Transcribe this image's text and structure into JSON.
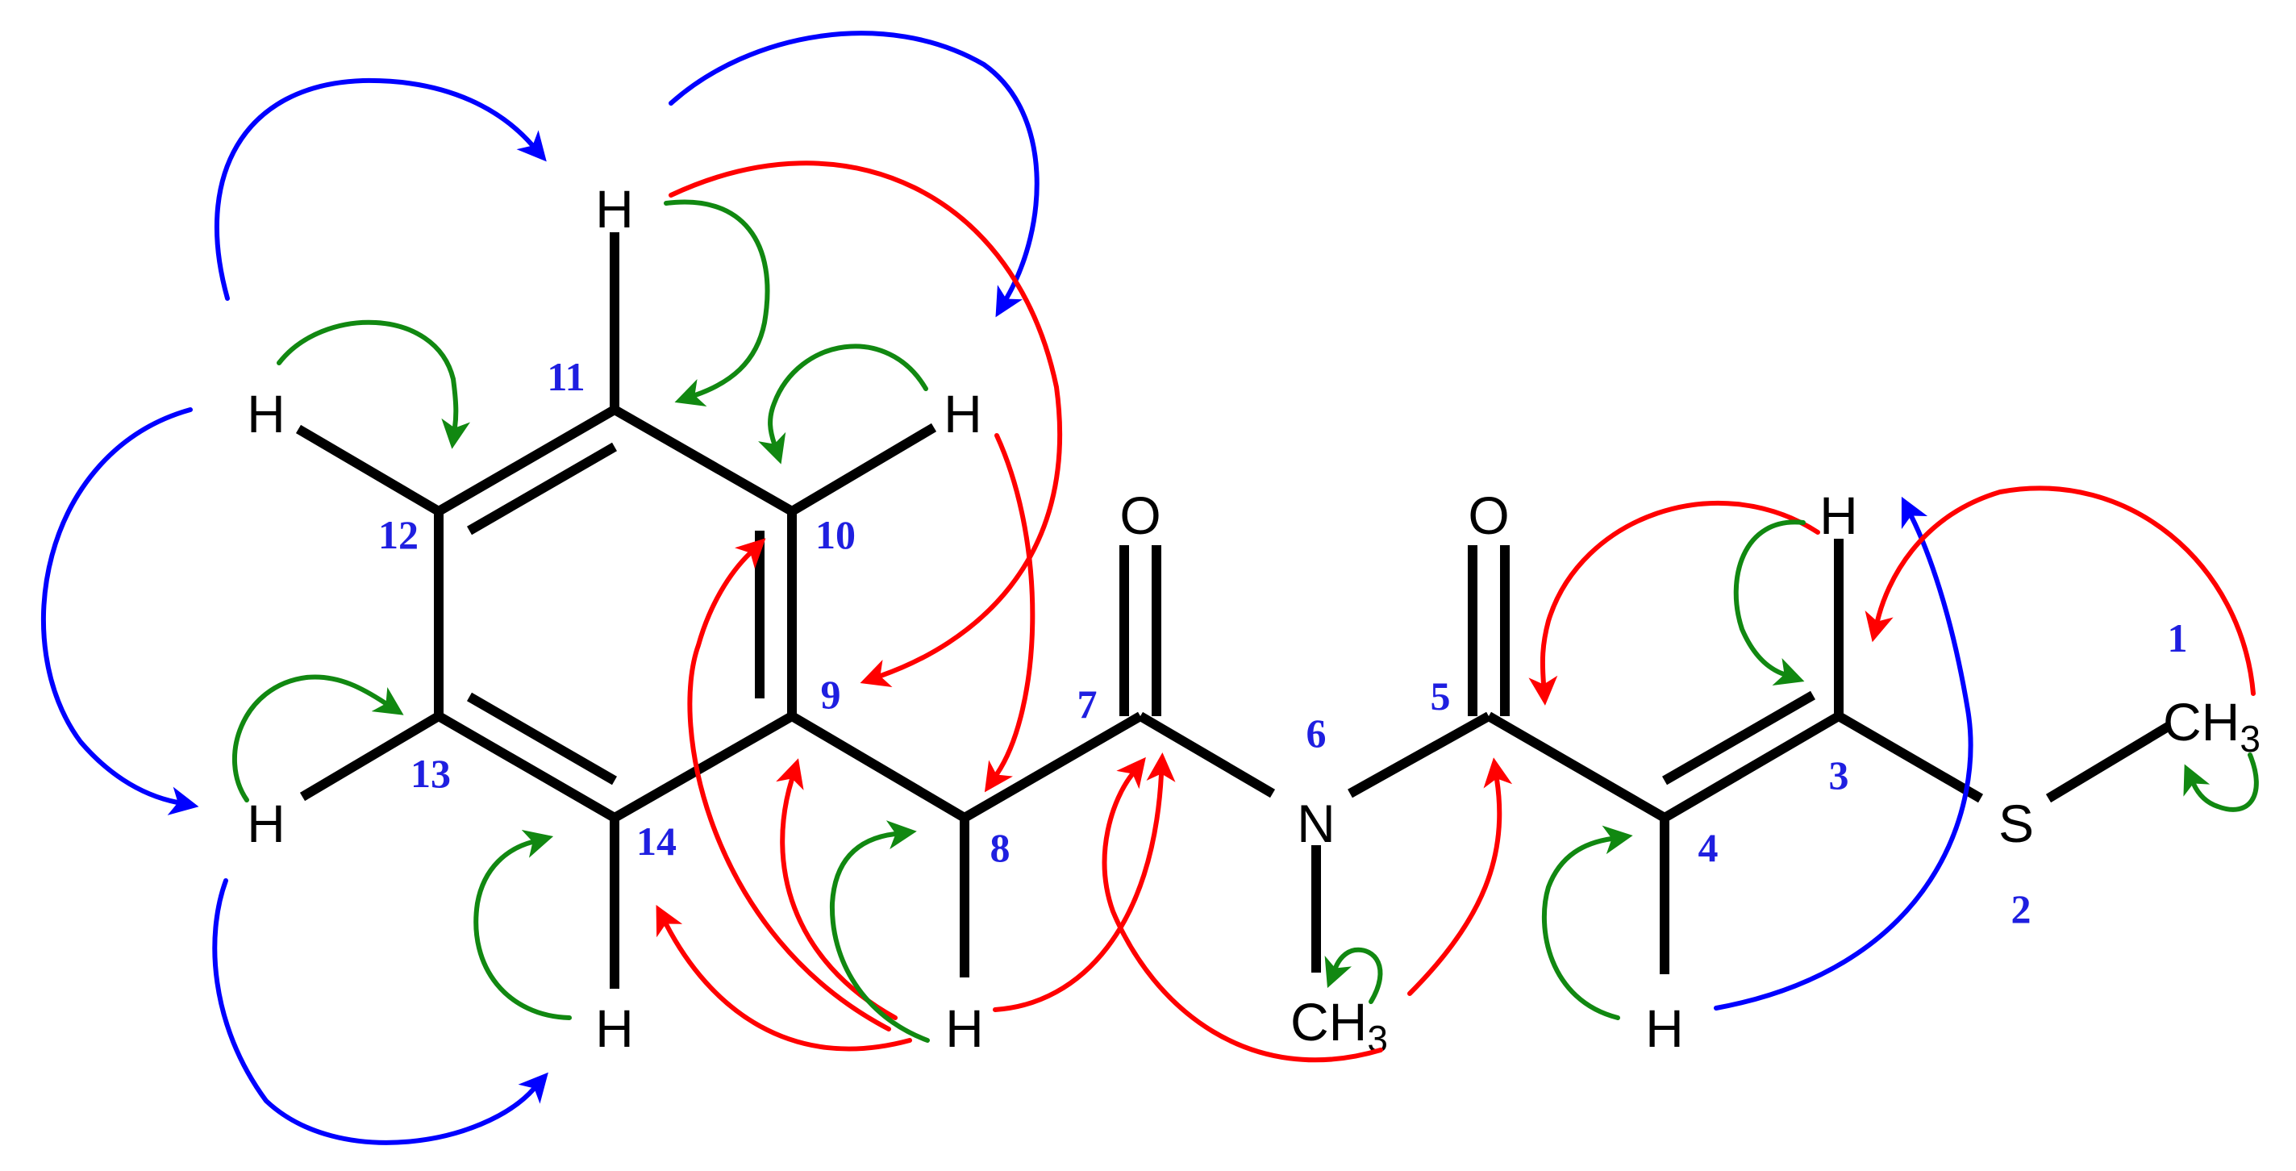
{
  "colors": {
    "bond": "#000000",
    "numbering": "#1f1fe0",
    "hmbc_arrow": "#ff0000",
    "cosy_arrow": "#0000ff",
    "noesy_arrow": "#118811"
  },
  "atoms": {
    "O7": "O",
    "O5": "O",
    "N6": "N",
    "S2": "S",
    "H11": "H",
    "H12": "H",
    "H10": "H",
    "H13": "H",
    "H14": "H",
    "H8": "H",
    "H3": "H",
    "H4": "H",
    "C1_main": "CH",
    "C1_sub": "3",
    "NMe_main": "CH",
    "NMe_sub": "3"
  },
  "numbering": {
    "n1": "1",
    "n2": "2",
    "n3": "3",
    "n4": "4",
    "n5": "5",
    "n6": "6",
    "n7": "7",
    "n8": "8",
    "n9": "9",
    "n10": "10",
    "n11": "11",
    "n12": "12",
    "n13": "13",
    "n14": "14"
  }
}
